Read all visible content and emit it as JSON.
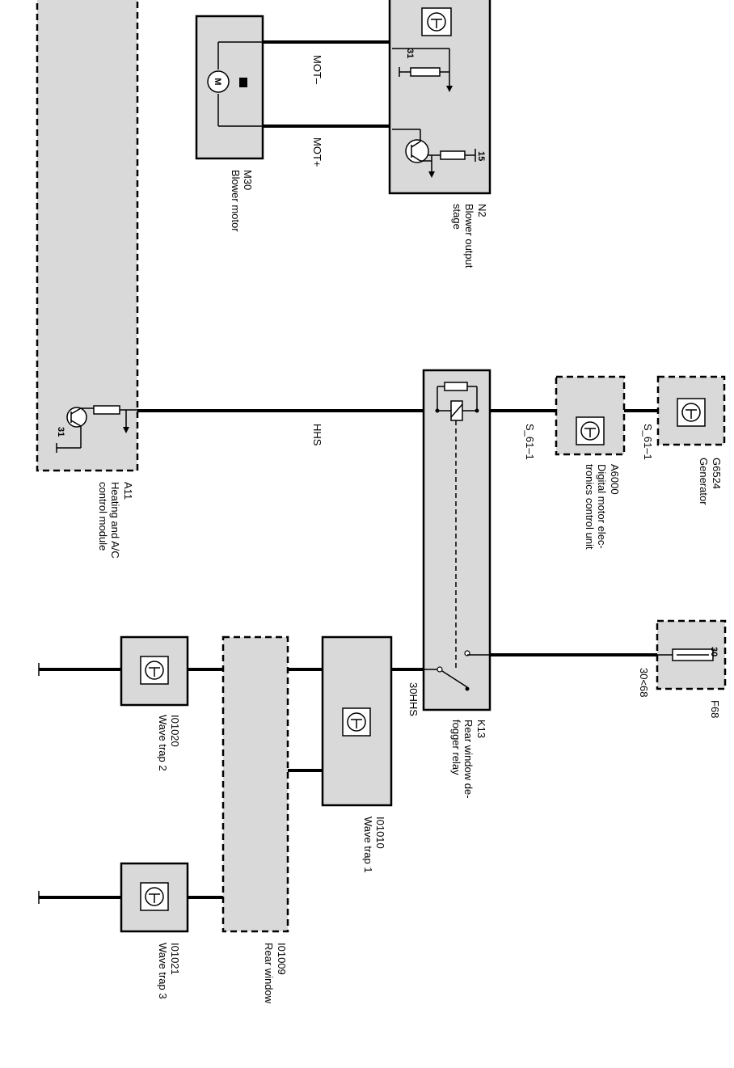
{
  "components": {
    "a11": {
      "id": "A11",
      "name_1": "Heating and A/C",
      "name_2": "control module",
      "pin": "31"
    },
    "n2": {
      "id": "N2",
      "name_1": "Blower output",
      "name_2": "stage",
      "pin_top": "31",
      "pin_bottom": "15"
    },
    "m30": {
      "id": "M30",
      "name_1": "Blower motor",
      "motor_letter": "M"
    },
    "k13": {
      "id": "K13",
      "name_1": "Rear window de-",
      "name_2": "fogger relay"
    },
    "a6000": {
      "id": "A6000",
      "name_1": "Digital motor elec-",
      "name_2": "tronics control unit"
    },
    "g6524": {
      "id": "G6524",
      "name_1": "Generator"
    },
    "f68": {
      "id": "F68",
      "pin": "30",
      "rating": "30<68"
    },
    "i01010": {
      "id": "I01010",
      "name_1": "Wave trap 1"
    },
    "i01020": {
      "id": "I01020",
      "name_1": "Wave trap 2"
    },
    "i01021": {
      "id": "I01021",
      "name_1": "Wave trap 3"
    },
    "i01009": {
      "id": "I01009",
      "name_1": "Rear window"
    }
  },
  "signals": {
    "mot_minus": "MOT–",
    "mot_plus": "MOT+",
    "hhs": "HHS",
    "s61_left": "S_61–1",
    "s61_right": "S_61–1",
    "hhs30": "30HHS"
  }
}
